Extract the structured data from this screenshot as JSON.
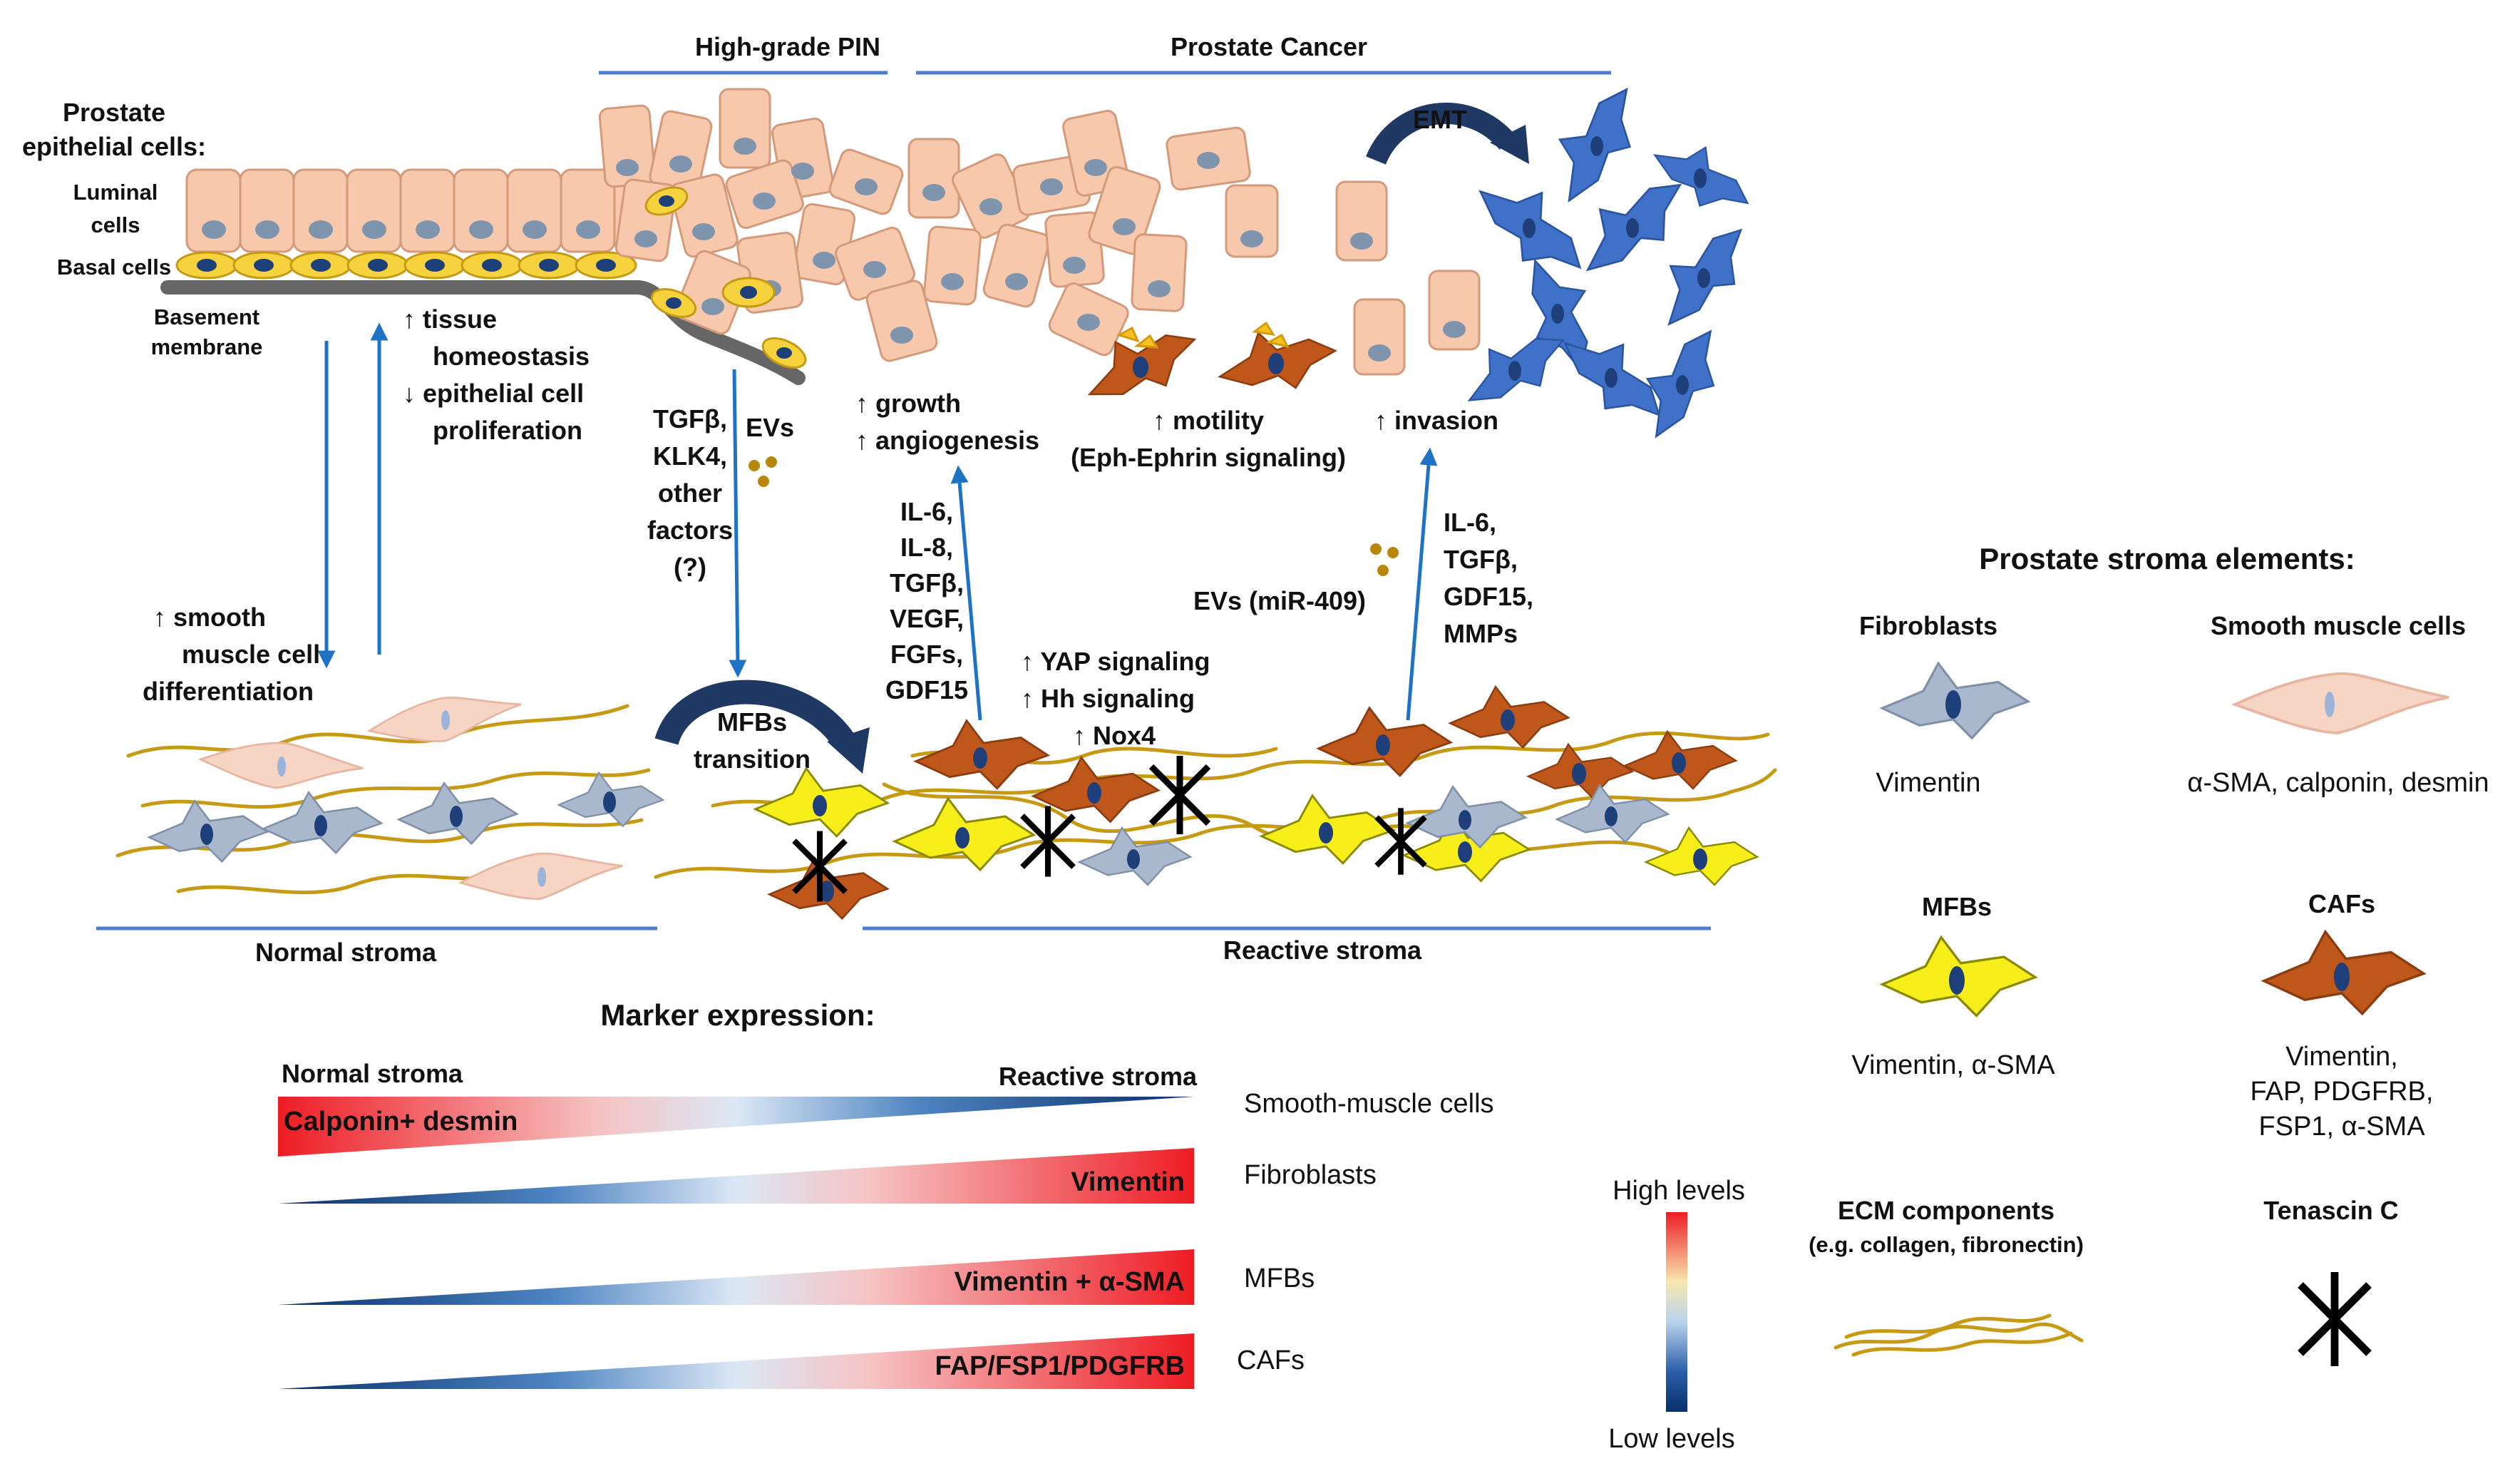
{
  "header": {
    "high_grade_pin": "High-grade PIN",
    "prostate_cancer": "Prostate Cancer"
  },
  "epithelium": {
    "title_line1": "Prostate",
    "title_line2": "epithelial cells:",
    "luminal_line1": "Luminal",
    "luminal_line2": "cells",
    "basal": "Basal cells",
    "basement_line1": "Basement",
    "basement_line2": "membrane",
    "emt": "EMT"
  },
  "annotations": {
    "tissue_line1": "↑ tissue",
    "tissue_line2": "homeostasis",
    "tissue_line3": "↓ epithelial cell",
    "tissue_line4": "proliferation",
    "smooth_line1": "↑ smooth",
    "smooth_line2": "muscle cell",
    "smooth_line3": "differentiation",
    "factors_line1": "TGFβ,",
    "factors_line2": "KLK4,",
    "factors_line3": "other",
    "factors_line4": "factors",
    "factors_line5": "(?)",
    "evs": "EVs",
    "growth_line1": "↑ growth",
    "growth_line2": "↑ angiogenesis",
    "cytokines_line1": "IL-6,",
    "cytokines_line2": "IL-8,",
    "cytokines_line3": "TGFβ,",
    "cytokines_line4": "VEGF,",
    "cytokines_line5": "FGFs,",
    "cytokines_line6": "GDF15",
    "motility_line1": "↑ motility",
    "motility_line2": "(Eph-Ephrin signaling)",
    "invasion": "↑ invasion",
    "evs_mir": "EVs (miR-409)",
    "invasion_factors_line1": "IL-6,",
    "invasion_factors_line2": "TGFβ,",
    "invasion_factors_line3": "GDF15,",
    "invasion_factors_line4": "MMPs",
    "signaling_line1": "↑ YAP signaling",
    "signaling_line2": "↑ Hh signaling",
    "signaling_line3": "↑ Nox4",
    "mfbs_line1": "MFBs",
    "mfbs_line2": "transition"
  },
  "stroma": {
    "normal": "Normal stroma",
    "reactive": "Reactive stroma"
  },
  "legend": {
    "title": "Prostate stroma elements:",
    "fibroblasts": "Fibroblasts",
    "fibroblasts_marker": "Vimentin",
    "smooth_muscle": "Smooth muscle cells",
    "smooth_muscle_marker": "α-SMA, calponin, desmin",
    "mfbs": "MFBs",
    "mfbs_marker": "Vimentin, α-SMA",
    "cafs": "CAFs",
    "cafs_marker_line1": "Vimentin,",
    "cafs_marker_line2": "FAP, PDGFRB,",
    "cafs_marker_line3": "FSP1, α-SMA",
    "ecm": "ECM components",
    "ecm_sub": "(e.g. collagen, fibronectin)",
    "tenascin": "Tenascin C"
  },
  "markers": {
    "title": "Marker expression:",
    "normal_label": "Normal stroma",
    "reactive_label": "Reactive stroma",
    "rows": [
      {
        "bar_text": "Calponin+ desmin",
        "category": "Smooth-muscle cells"
      },
      {
        "bar_text": "Vimentin",
        "category": "Fibroblasts"
      },
      {
        "bar_text": "Vimentin + α-SMA",
        "category": "MFBs"
      },
      {
        "bar_text": "FAP/FSP1/PDGFRB",
        "category": "CAFs"
      }
    ]
  },
  "scale": {
    "high": "High levels",
    "low": "Low levels"
  },
  "colors": {
    "epithelial_cell": "#f7c8ab",
    "fibroblast": "#a9b8cc",
    "smooth_muscle": "#f6d5c4",
    "myofibroblast": "#f7ee1a",
    "caf": "#c0571a",
    "emt_cell": "#3f71c8",
    "ecm_fiber": "#c79a14",
    "arrow": "#1f73c4",
    "high": "#ee1c24",
    "low": "#08306b"
  }
}
